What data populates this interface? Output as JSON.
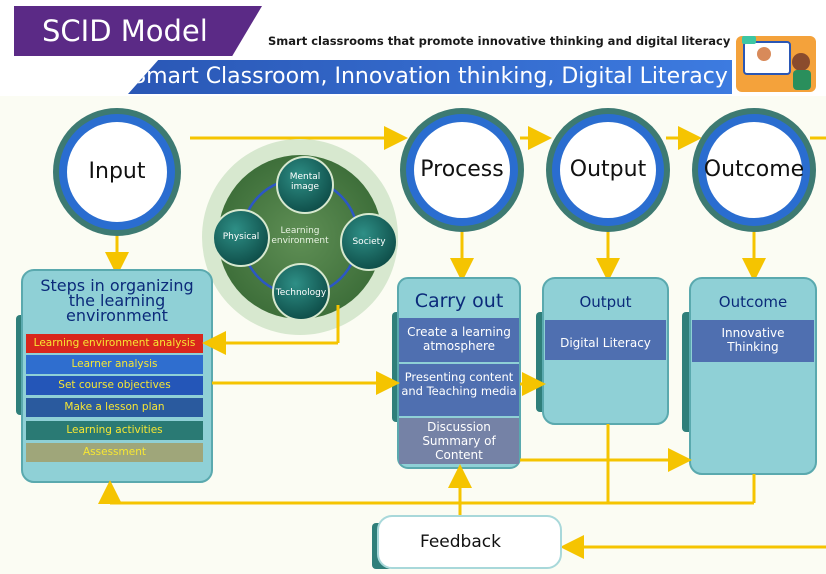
{
  "header": {
    "title": "SCID Model",
    "tagline": "Smart classrooms that promote innovative thinking and digital literacy",
    "subtitle": "Smart Classroom, Innovation thinking, Digital Literacy"
  },
  "stages": {
    "input": "Input",
    "process": "Process",
    "output": "Output",
    "outcome": "Outcome"
  },
  "environment": {
    "center": "Learning environment",
    "top": "Mental image",
    "left": "Physical",
    "right": "Society",
    "bottom": "Technology"
  },
  "steps_card": {
    "title": "Steps in organizing the learning environment",
    "items": [
      "Learning environment analysis",
      "Learner analysis",
      "Set course objectives",
      "Make a lesson plan",
      "Learning activities",
      "Assessment"
    ]
  },
  "carry_out": {
    "title": "Carry out",
    "items": [
      "Create a learning atmosphere",
      "Presenting content and Teaching media",
      "Discussion Summary of Content"
    ]
  },
  "output_card": {
    "title": "Output",
    "item": "Digital Literacy"
  },
  "outcome_card": {
    "title": "Outcome",
    "item": "Innovative Thinking"
  },
  "feedback": "Feedback",
  "colors": {
    "purple": "#5b2a86",
    "blue": "#2a57b5",
    "teal": "#2f7f7a",
    "card": "#8fd0d6",
    "arrow": "#f5c400",
    "red_step": "#d9261c"
  }
}
